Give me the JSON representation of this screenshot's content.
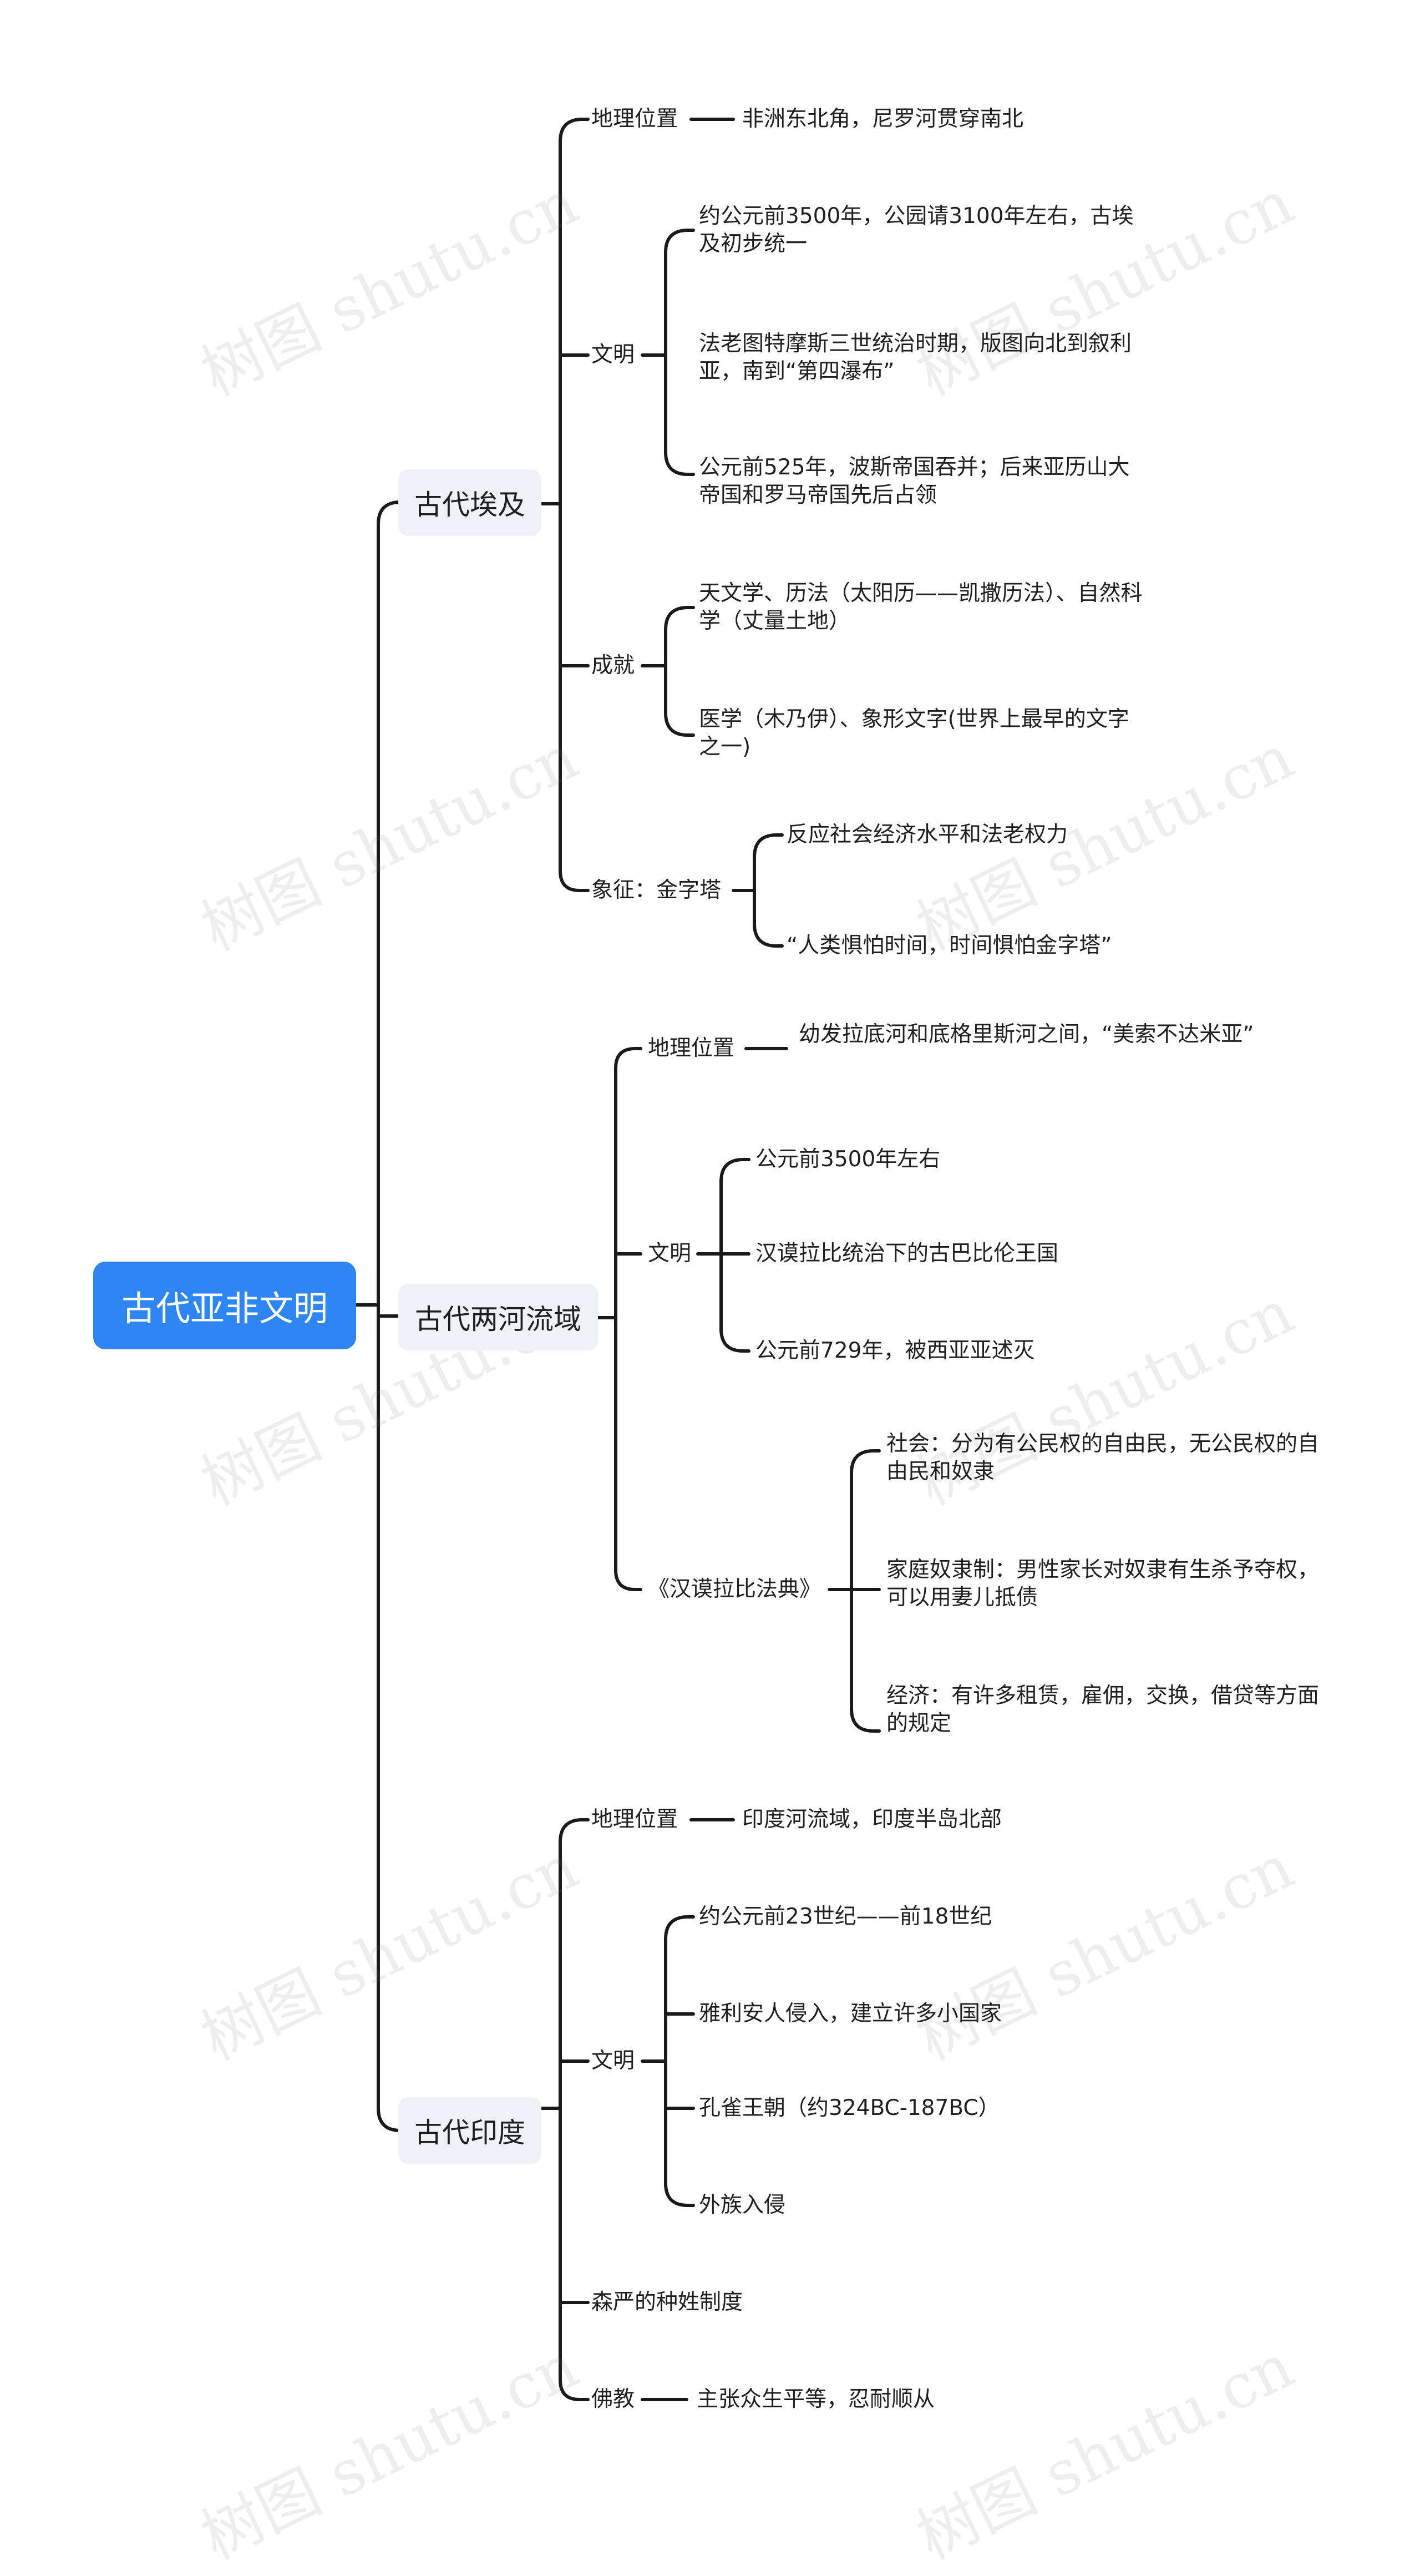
{
  "root": "古代亚非文明",
  "egypt": {
    "title": "古代埃及",
    "geo": {
      "label": "地理位置",
      "value": "非洲东北角，尼罗河贯穿南北"
    },
    "civ": {
      "label": "文明",
      "items": [
        "约公元前3500年，公园请3100年左右，古埃及初步统一",
        "法老图特摩斯三世统治时期，版图向北到叙利亚，南到“第四瀑布”",
        "公元前525年，波斯帝国吞并；后来亚历山大帝国和罗马帝国先后占领"
      ]
    },
    "ach": {
      "label": "成就",
      "items": [
        "天文学、历法（太阳历——凯撒历法）、自然科学（丈量土地）",
        "医学（木乃伊）、象形文字(世界上最早的文字之一)"
      ]
    },
    "sym": {
      "label": "象征：金字塔",
      "items": [
        "反应社会经济水平和法老权力",
        "“人类惧怕时间，时间惧怕金字塔”"
      ]
    }
  },
  "meso": {
    "title": "古代两河流域",
    "geo": {
      "label": "地理位置",
      "value": "幼发拉底河和底格里斯河之间，“美索不达米亚”"
    },
    "civ": {
      "label": "文明",
      "items": [
        "公元前3500年左右",
        "汉谟拉比统治下的古巴比伦王国",
        "公元前729年，被西亚亚述灭"
      ]
    },
    "code": {
      "label": "《汉谟拉比法典》",
      "items": [
        "社会：分为有公民权的自由民，无公民权的自由民和奴隶",
        "家庭奴隶制：男性家长对奴隶有生杀予夺权，可以用妻儿抵债",
        "经济：有许多租赁，雇佣，交换，借贷等方面的规定"
      ]
    }
  },
  "india": {
    "title": "古代印度",
    "geo": {
      "label": "地理位置",
      "value": "印度河流域，印度半岛北部"
    },
    "civ": {
      "label": "文明",
      "items": [
        "约公元前23世纪——前18世纪",
        "雅利安人侵入，建立许多小国家",
        "孔雀王朝（约324BC-187BC）",
        "外族入侵"
      ]
    },
    "caste": "森严的种姓制度",
    "bud": {
      "label": "佛教",
      "value": "主张众生平等，忍耐顺从"
    }
  },
  "watermark": "树图 shutu.cn"
}
